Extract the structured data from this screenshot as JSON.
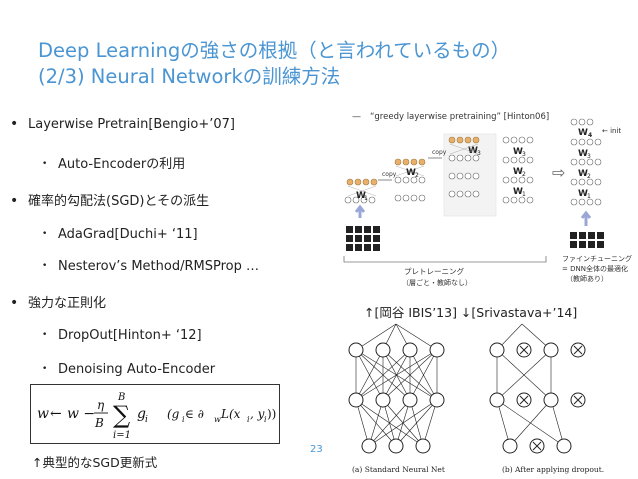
{
  "title": {
    "line1": "Deep Learningの強さの根拠（と言われているもの）",
    "line2": "(2/3) Neural Networkの訓練方法"
  },
  "bullets": [
    {
      "text": "Layerwise Pretrain[Bengio+’07]",
      "sub": [
        "Auto-Encoderの利用"
      ]
    },
    {
      "text": "確率的勾配法(SGD)とその派生",
      "sub": [
        "AdaGrad[Duchi+ ‘11]",
        "Nesterov’s Method/RMSProp …"
      ]
    },
    {
      "text": "強力な正則化",
      "sub": [
        "DropOut[Hinton+ ‘12]",
        "Denoising Auto-Encoder"
      ]
    }
  ],
  "formula": {
    "w": "w",
    "arrow": "←",
    "minus": "w −",
    "eta": "η",
    "B": "B",
    "sumtop": "B",
    "sumbottom": "i=1",
    "g": "g",
    "gi_sub": "i",
    "cond": "(g",
    "cond_sub": "i",
    "cond_rest": " ∈ ∂",
    "cond_w": "w",
    "cond_tail": "L(x",
    "cond_xi": "i",
    "cond_y": ", y",
    "cond_yi": "i",
    "cond_end": "))"
  },
  "captions": {
    "formula_caption": "↑典型的なSGD更新式",
    "figure_caption": "↑[岡谷 IBIS’13] ↓[Srivastava+’14]"
  },
  "page_number": "23",
  "pretrain_figure": {
    "heading_dash": "—",
    "heading": "“greedy layerwise pretraining” [Hinton06]",
    "copy1": "copy",
    "copy2": "copy",
    "init": "← init",
    "w1": "W",
    "w2": "W",
    "w3": "W",
    "s1": "1",
    "s2": "2",
    "s3": "3",
    "left_label1": "プレトレーニング",
    "left_label2": "（層ごと・教師なし）",
    "right_label1": "ファインチューニング",
    "right_label2": "= DNN全体の最適化",
    "right_label3": "（教師あり）"
  },
  "dropout_figure": {
    "label_a": "(a) Standard Neural Net",
    "label_b": "(b) After applying dropout."
  }
}
